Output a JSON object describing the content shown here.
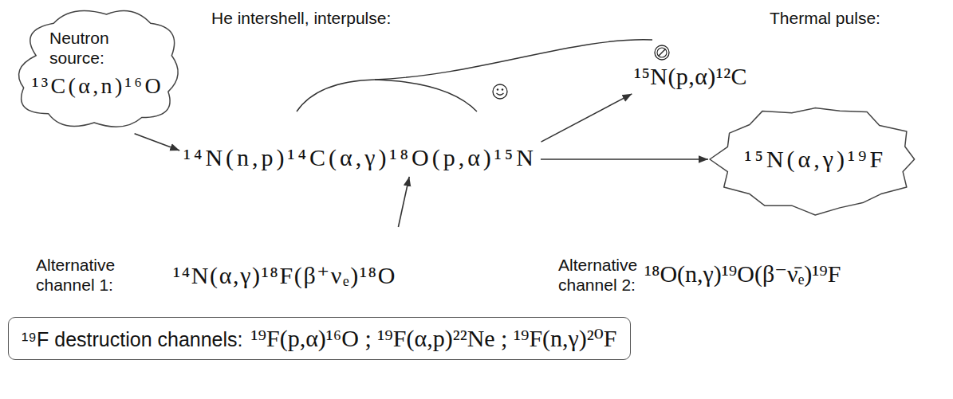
{
  "diagram": {
    "nodes": [
      {
        "text": [
          "Neutron source:",
          "¹³C(α,n)¹⁶O"
        ]
      },
      {
        "text": [
          "¹⁴N(n,p)¹⁴C(α,γ)¹⁸O(p,α)¹⁵N"
        ]
      },
      {
        "text": [
          "¹⁵N(p,α)¹²C"
        ]
      },
      {
        "text": [
          "¹⁵N(α,γ)¹⁹F"
        ]
      },
      {
        "text": [
          "¹⁴N(α,γ)¹⁸F(β⁺νₑ)¹⁸O"
        ]
      },
      {
        "text": [
          "¹⁹F destruction channels:",
          "¹⁹F(p,α)¹⁶O ; ¹⁹F(α,p)²²Ne ; ¹⁹F(n,γ)²⁰F"
        ]
      }
    ],
    "edges": [
      {
        "from": 0,
        "to": 1,
        "arrow": "to"
      },
      {
        "from": 4,
        "to": 1,
        "arrow": "to"
      },
      {
        "from": 1,
        "to": 2,
        "arrow": "to"
      },
      {
        "from": 1,
        "to": 3,
        "arrow": "to"
      }
    ],
    "labels": [
      "He intershell, interpulse:",
      "Thermal pulse:",
      "Alternative channel 1:",
      "Alternative channel 2:",
      "¹⁸O(n,γ)¹⁹O(β⁻ν̄ₑ)¹⁹F"
    ]
  }
}
